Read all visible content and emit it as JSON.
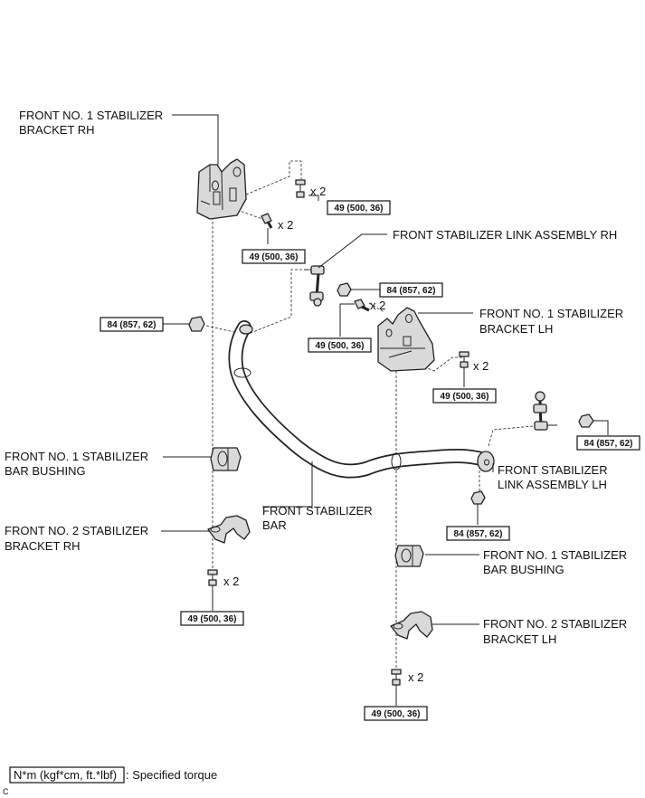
{
  "labels": {
    "bracket_rh_line1": "FRONT NO. 1 STABILIZER",
    "bracket_rh_line2": "BRACKET RH",
    "link_rh": "FRONT STABILIZER LINK ASSEMBLY RH",
    "bracket_lh_line1": "FRONT NO. 1 STABILIZER",
    "bracket_lh_line2": "BRACKET LH",
    "bushing_rh_line1": "FRONT NO. 1 STABILIZER",
    "bushing_rh_line2": "BAR BUSHING",
    "stab_bar_line1": "FRONT STABILIZER",
    "stab_bar_line2": "BAR",
    "link_lh_line1": "FRONT STABILIZER",
    "link_lh_line2": "LINK ASSEMBLY LH",
    "no2_bracket_rh_line1": "FRONT NO. 2 STABILIZER",
    "no2_bracket_rh_line2": "BRACKET RH",
    "bushing_lh_line1": "FRONT NO. 1 STABILIZER",
    "bushing_lh_line2": "BAR BUSHING",
    "no2_bracket_lh_line1": "FRONT NO. 2 STABILIZER",
    "no2_bracket_lh_line2": "BRACKET LH"
  },
  "torques": {
    "t1": "49 (500, 36)",
    "t2": "49 (500, 36)",
    "t3": "84 (857, 62)",
    "t4": "84 (857, 62)",
    "t5": "49 (500, 36)",
    "t6": "49 (500, 36)",
    "t7": "84 (857, 62)",
    "t8": "84 (857, 62)",
    "t9": "49 (500, 36)",
    "t10": "49 (500, 36)"
  },
  "quantities": {
    "q1": "x 2",
    "q2": "x 2",
    "q3": "x 2",
    "q4": "x 2",
    "q5": "x 2",
    "q6": "x 2"
  },
  "legend": {
    "unit": "N*m (kgf*cm, ft.*lbf)",
    "text": ": Specified torque"
  },
  "footer": {
    "code": "C"
  }
}
